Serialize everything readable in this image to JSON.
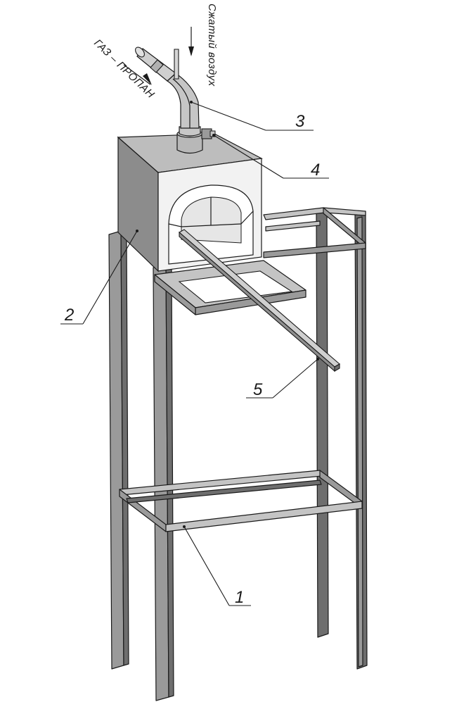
{
  "labels": {
    "gas": "ГАЗ – ПРОПАН",
    "air": "Сжатый воздух",
    "item1": "1",
    "item2": "2",
    "item3": "3",
    "item4": "4",
    "item5": "5"
  },
  "colors": {
    "line": "#1a1a1a",
    "steel": "#9a9a9a",
    "steel_dark": "#6e6e6e",
    "steel_light": "#c4c4c4",
    "box_front": "#f2f2f2",
    "box_side": "#8c8c8c"
  }
}
